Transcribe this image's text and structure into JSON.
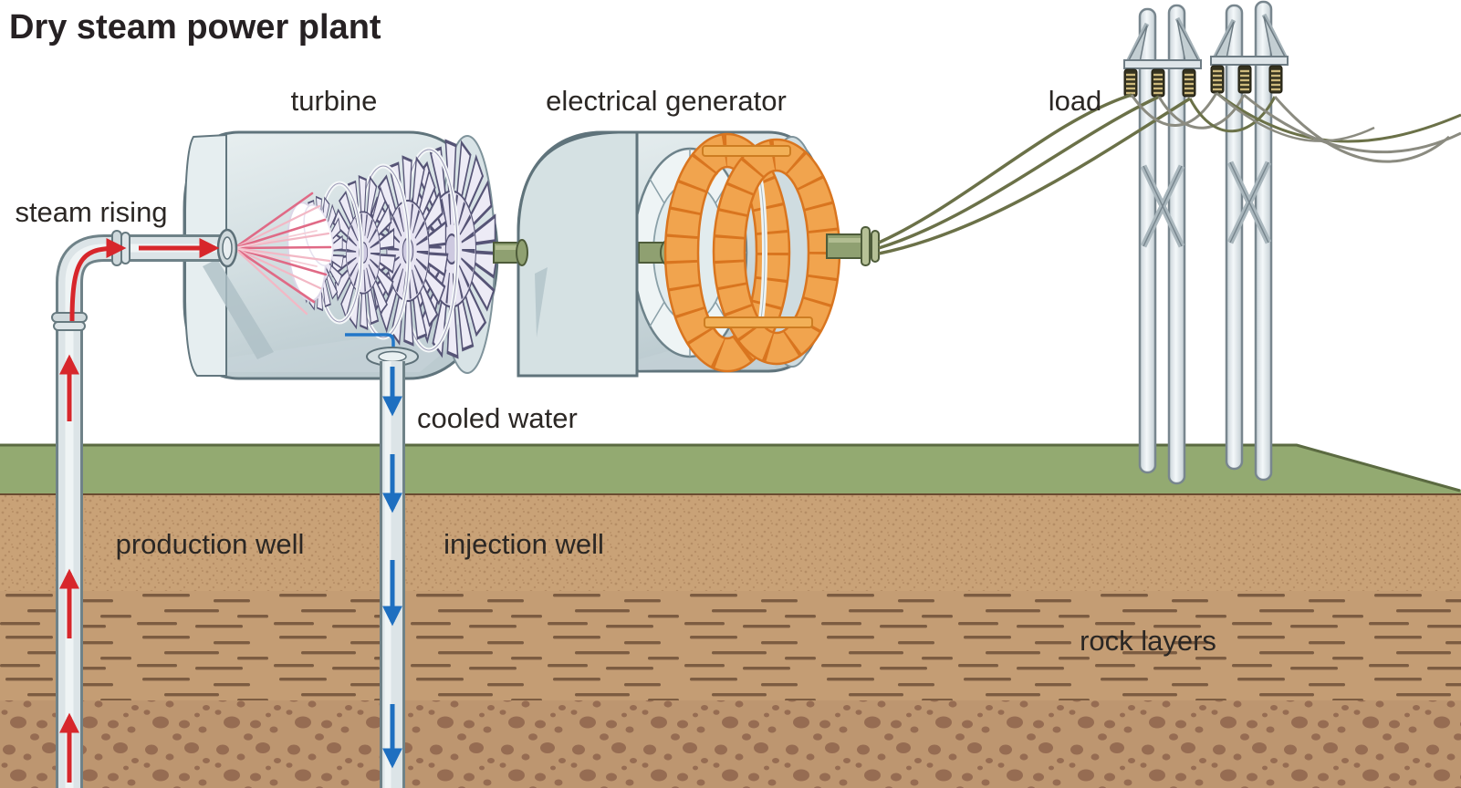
{
  "title": "Dry steam power plant",
  "labels": {
    "turbine": "turbine",
    "generator": "electrical generator",
    "load": "load",
    "steam_rising": "steam rising",
    "cooled_water": "cooled water",
    "production_well": "production well",
    "injection_well": "injection well",
    "rock_layers": "rock layers"
  },
  "colors": {
    "background": "#ffffff",
    "text": "#2b2724",
    "steam_arrow_red": "#d7262b",
    "water_arrow_blue": "#1e6fc0",
    "grass_green": "#93aa71",
    "grass_edge": "#5b6a41",
    "soil_sand": "#c9a277",
    "soil_rock": "#c49d74",
    "soil_gravel": "#bd9670",
    "soil_top_line": "#6a4c30",
    "housing_gray": "#d6e1e4",
    "housing_outline": "#60747c",
    "coil_orange": "#f1a44e",
    "coil_orange_dark": "#d9751f",
    "shaft_olive": "#8fa071",
    "wire_olive": "#6b7148",
    "wire_gray": "#8b8b80",
    "turbine_blade_edge": "#565476",
    "turbine_blade_face": "#edebf6",
    "steam_jet_pink": "#e06a86",
    "pipe_gray": "#dce4e7",
    "pipe_outline": "#6f8288"
  }
}
